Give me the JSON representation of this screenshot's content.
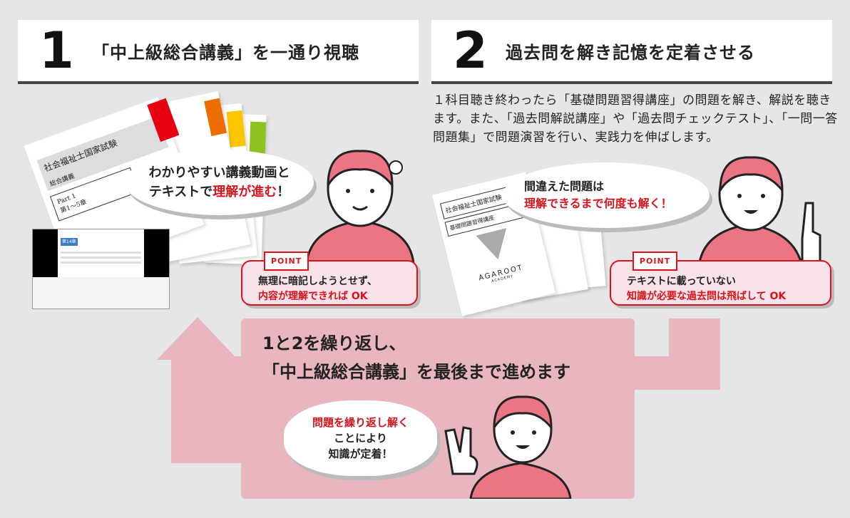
{
  "step1": {
    "number": "1",
    "title": "「中上級総合講義」を一通り視聴",
    "bubble": {
      "line1": "わかりやすい講義動画と",
      "line2_plain": "テキストで",
      "line2_red": "理解が進む",
      "line2_end": "！"
    },
    "point": {
      "tag": "POINT",
      "line1": "無理に暗記しようとせず、",
      "line2": "内容が理解できれば OK"
    },
    "book": {
      "title": "社会福祉士国家試験",
      "subtitle": "総合講義",
      "part": "Part 1",
      "chapters": "第1～5章"
    },
    "video": {
      "chapter": "第14章"
    }
  },
  "step2": {
    "number": "2",
    "title": "過去問を解き記憶を定着させる",
    "description": "１科目聴き終わったら「基礎問題習得講座」の問題を解き、解説を聴きます。また、「過去問解説講座」や「過去問チェックテスト」、「一問一答問題集」で問題演習を行い、実践力を伸ばします。",
    "bubble": {
      "line1": "間違えた問題は",
      "line2": "理解できるまで何度も解く！"
    },
    "point": {
      "tag": "POINT",
      "line1": "テキストに載っていない",
      "line2": "知識が必要な過去問は飛ばして OK"
    },
    "book": {
      "title": "社会福祉士国家試験",
      "subtitle": "基礎問題習得講座",
      "brand": "AGAROOT",
      "brand_sub": "ACADEMY"
    }
  },
  "loop": {
    "line1": "1と2を繰り返し、",
    "line2": "「中上級総合講義」を最後まで進めます",
    "bubble": {
      "line1": "問題を繰り返し解く",
      "line2": "ことにより",
      "line3": "知識が定着！"
    }
  },
  "colors": {
    "accent": "#d7141d",
    "loop": "#e9b5be",
    "person": "#ec7584",
    "bg": "#e6e6e6"
  }
}
